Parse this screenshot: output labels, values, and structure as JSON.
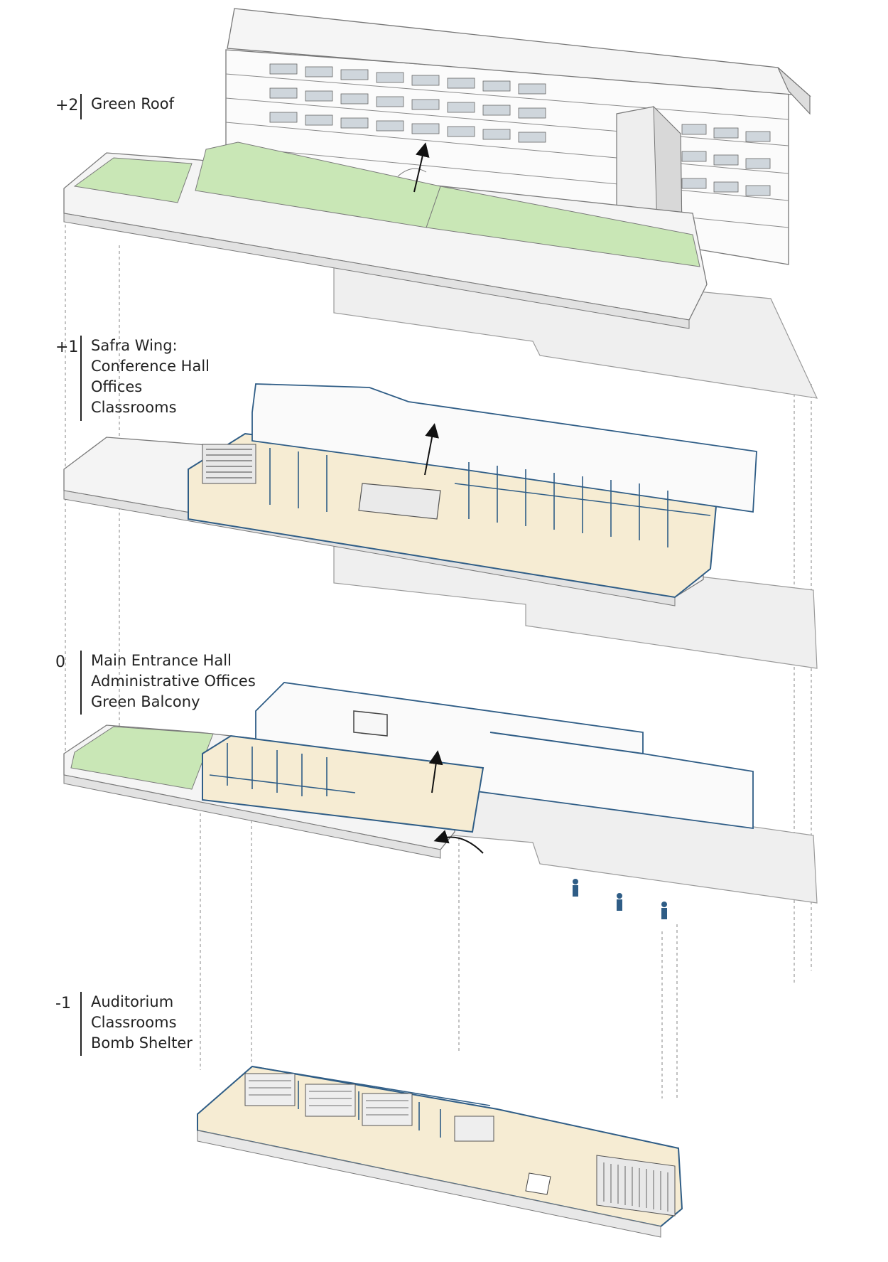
{
  "colors": {
    "green_roof": "#c9e7b6",
    "floor_fill": "#f6ecd3",
    "wall_blue": "#2f5d86",
    "outline": "#8a8a8a",
    "dashed_line": "#9a9a9a",
    "plaza": "#efefef"
  },
  "levels": [
    {
      "id": "level-plus2",
      "number": "+2",
      "lines": [
        "Green Roof"
      ]
    },
    {
      "id": "level-plus1",
      "number": "+1",
      "lines": [
        "Safra Wing:",
        "Conference Hall",
        "Offices",
        "Classrooms"
      ]
    },
    {
      "id": "level-0",
      "number": "0",
      "lines": [
        "Main Entrance Hall",
        "Administrative Offices",
        "Green Balcony"
      ]
    },
    {
      "id": "level-minus1",
      "number": "-1",
      "lines": [
        "Auditorium",
        "Classrooms",
        "Bomb Shelter"
      ]
    }
  ]
}
